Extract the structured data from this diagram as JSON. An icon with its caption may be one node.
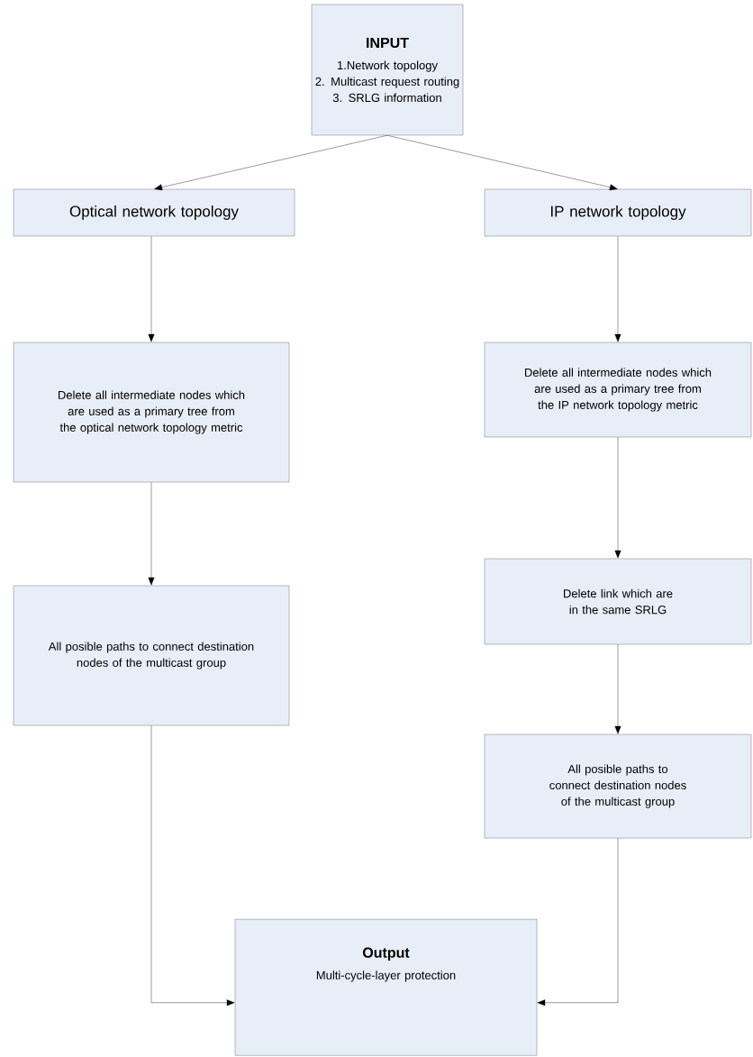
{
  "diagram": {
    "nodes": [
      {
        "text": [
          "INPUT",
          "1.Network topology",
          "2. Multicast request routing",
          "3. SRLG information"
        ]
      },
      {
        "text": [
          "Optical network topology"
        ]
      },
      {
        "text": [
          "IP network topology"
        ]
      },
      {
        "text": [
          "Delete all intermediate nodes which are used as a primary tree from the optical network topology metric"
        ]
      },
      {
        "text": [
          "Delete all intermediate nodes which are used as a primary tree from the IP network topology metric"
        ]
      },
      {
        "text": [
          "All posible paths to connect destination nodes of the multicast group"
        ]
      },
      {
        "text": [
          "Delete link which are in the same SRLG"
        ]
      },
      {
        "text": [
          "All posible paths to connect destination nodes of the multicast group"
        ]
      },
      {
        "text": [
          "Output",
          "Multi-cycle-layer protection"
        ]
      }
    ],
    "edges": [
      {
        "from": 0,
        "to": 1,
        "arrow": "to"
      },
      {
        "from": 0,
        "to": 2,
        "arrow": "to"
      },
      {
        "from": 1,
        "to": 3,
        "arrow": "to"
      },
      {
        "from": 3,
        "to": 5,
        "arrow": "to"
      },
      {
        "from": 2,
        "to": 4,
        "arrow": "to"
      },
      {
        "from": 4,
        "to": 6,
        "arrow": "to"
      },
      {
        "from": 6,
        "to": 7,
        "arrow": "to"
      },
      {
        "from": 5,
        "to": 8,
        "arrow": "to"
      },
      {
        "from": 7,
        "to": 8,
        "arrow": "to"
      }
    ]
  }
}
